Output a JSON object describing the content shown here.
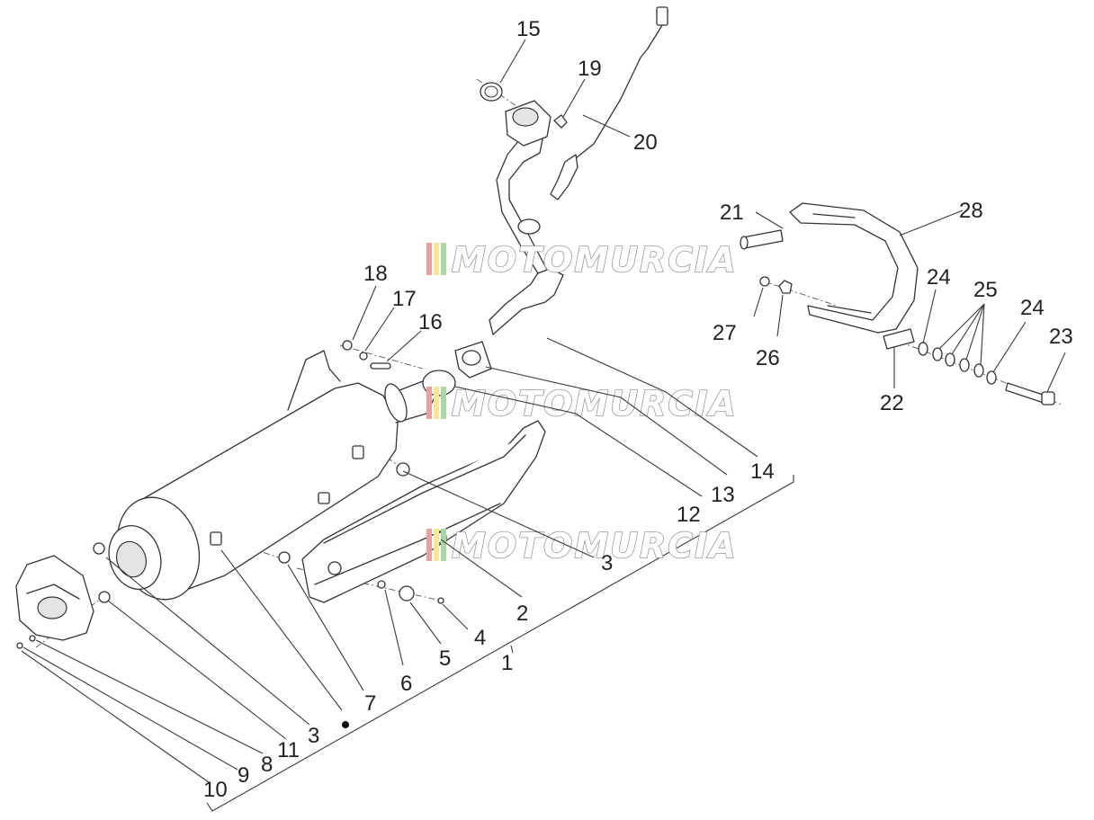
{
  "figure": {
    "callouts": [
      {
        "id": "c1",
        "label": "1"
      },
      {
        "id": "c2",
        "label": "2"
      },
      {
        "id": "c3",
        "label": "3"
      },
      {
        "id": "c3b",
        "label": "3"
      },
      {
        "id": "c4",
        "label": "4"
      },
      {
        "id": "c5",
        "label": "5"
      },
      {
        "id": "c6",
        "label": "6"
      },
      {
        "id": "c7",
        "label": "7"
      },
      {
        "id": "c8",
        "label": "8"
      },
      {
        "id": "c9",
        "label": "9"
      },
      {
        "id": "c10",
        "label": "10"
      },
      {
        "id": "c11",
        "label": "11"
      },
      {
        "id": "c12",
        "label": "12"
      },
      {
        "id": "c13",
        "label": "13"
      },
      {
        "id": "c14",
        "label": "14"
      },
      {
        "id": "c15",
        "label": "15"
      },
      {
        "id": "c16",
        "label": "16"
      },
      {
        "id": "c17",
        "label": "17"
      },
      {
        "id": "c18",
        "label": "18"
      },
      {
        "id": "c19",
        "label": "19"
      },
      {
        "id": "c20",
        "label": "20"
      },
      {
        "id": "c21",
        "label": "21"
      },
      {
        "id": "c22",
        "label": "22"
      },
      {
        "id": "c23",
        "label": "23"
      },
      {
        "id": "c24a",
        "label": "24"
      },
      {
        "id": "c24b",
        "label": "24"
      },
      {
        "id": "c25",
        "label": "25"
      },
      {
        "id": "c26",
        "label": "26"
      },
      {
        "id": "c27",
        "label": "27"
      },
      {
        "id": "c28",
        "label": "28"
      }
    ],
    "watermark": {
      "text": "MOTOMURCIA",
      "stripe_colors": [
        "#e8a0a0",
        "#f3e79a",
        "#a8d8a8"
      ]
    }
  }
}
